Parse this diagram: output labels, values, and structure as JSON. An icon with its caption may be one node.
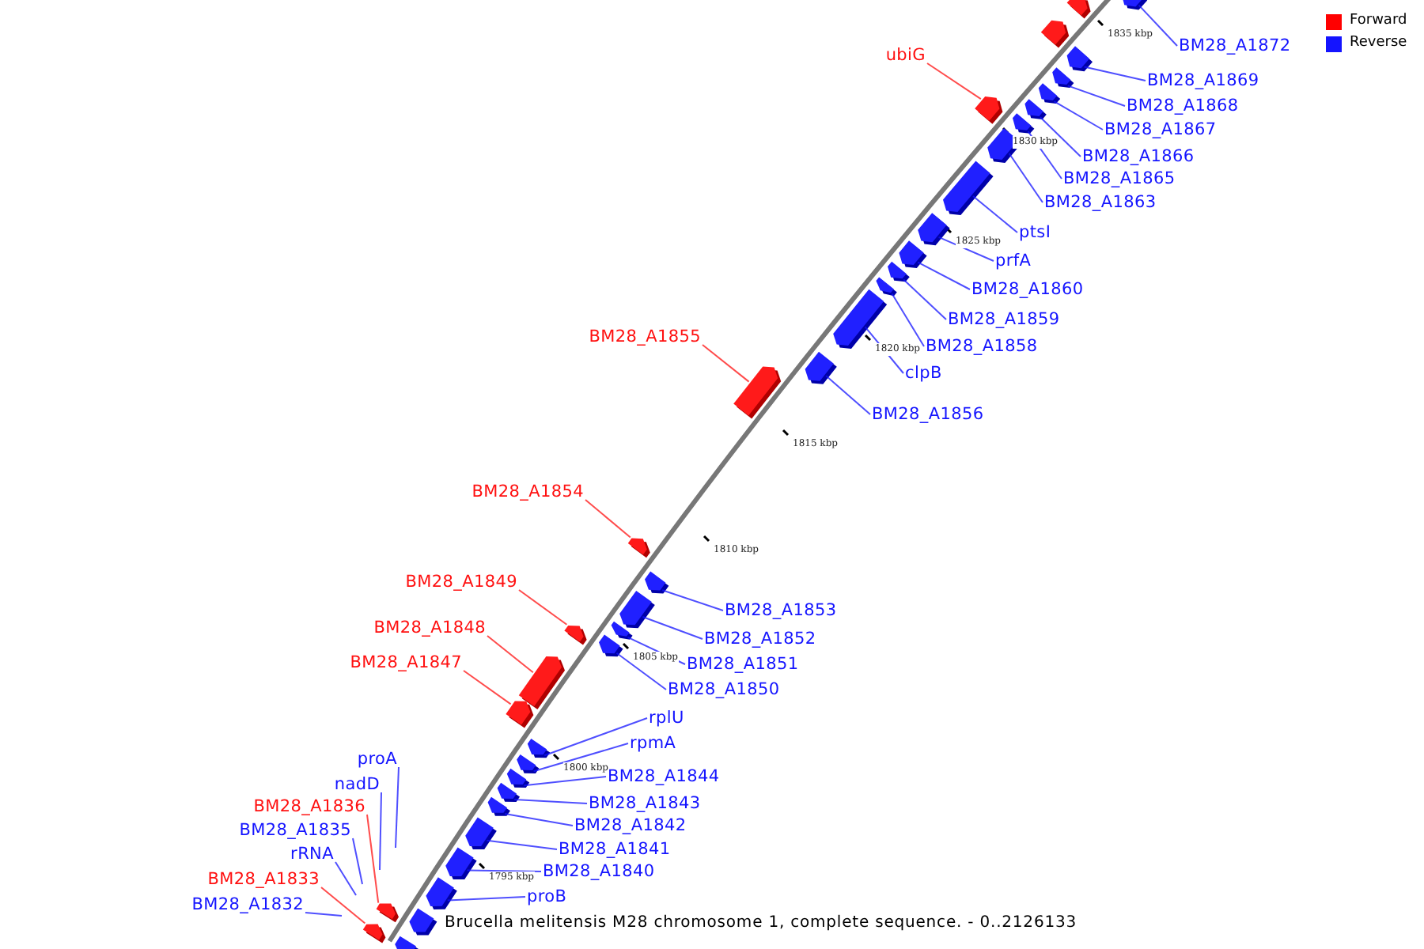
{
  "diagram": {
    "caption": "Brucella melitensis M28 chromosome 1, complete sequence. - 0..2126133",
    "nodes": [
      {
        "text": [
          "BM28_A1872"
        ]
      },
      {
        "text": [
          "ubiG"
        ]
      },
      {
        "text": [
          "BM28_A1869"
        ]
      },
      {
        "text": [
          "BM28_A1868"
        ]
      },
      {
        "text": [
          "BM28_A1867"
        ]
      },
      {
        "text": [
          "BM28_A1866"
        ]
      },
      {
        "text": [
          "BM28_A1865"
        ]
      },
      {
        "text": [
          "BM28_A1863"
        ]
      },
      {
        "text": [
          "ptsI"
        ]
      },
      {
        "text": [
          "prfA"
        ]
      },
      {
        "text": [
          "BM28_A1860"
        ]
      },
      {
        "text": [
          "BM28_A1859"
        ]
      },
      {
        "text": [
          "BM28_A1858"
        ]
      },
      {
        "text": [
          "BM28_A1855"
        ]
      },
      {
        "text": [
          "clpB"
        ]
      },
      {
        "text": [
          "BM28_A1856"
        ]
      },
      {
        "text": [
          "BM28_A1854"
        ]
      },
      {
        "text": [
          "BM28_A1849"
        ]
      },
      {
        "text": [
          "BM28_A1853"
        ]
      },
      {
        "text": [
          "BM28_A1852"
        ]
      },
      {
        "text": [
          "BM28_A1848"
        ]
      },
      {
        "text": [
          "BM28_A1851"
        ]
      },
      {
        "text": [
          "BM28_A1847"
        ]
      },
      {
        "text": [
          "BM28_A1850"
        ]
      },
      {
        "text": [
          "rplU"
        ]
      },
      {
        "text": [
          "rpmA"
        ]
      },
      {
        "text": [
          "proA"
        ]
      },
      {
        "text": [
          "BM28_A1844"
        ]
      },
      {
        "text": [
          "nadD"
        ]
      },
      {
        "text": [
          "BM28_A1843"
        ]
      },
      {
        "text": [
          "BM28_A1836"
        ]
      },
      {
        "text": [
          "BM28_A1842"
        ]
      },
      {
        "text": [
          "BM28_A1835"
        ]
      },
      {
        "text": [
          "BM28_A1841"
        ]
      },
      {
        "text": [
          "rRNA"
        ]
      },
      {
        "text": [
          "BM28_A1840"
        ]
      },
      {
        "text": [
          "BM28_A1833"
        ]
      },
      {
        "text": [
          "proB"
        ]
      },
      {
        "text": [
          "BM28_A1832"
        ]
      },
      {
        "text": [],
        "shape": "box"
      },
      {
        "text": [],
        "shape": "box"
      },
      {
        "text": [],
        "shape": "box"
      },
      {
        "text": [],
        "shape": "box"
      },
      {
        "text": [],
        "shape": "box"
      },
      {
        "text": [],
        "shape": "box"
      },
      {
        "text": [],
        "shape": "box"
      },
      {
        "text": [],
        "shape": "box"
      },
      {
        "text": [],
        "shape": "box"
      },
      {
        "text": [],
        "shape": "box"
      },
      {
        "text": [],
        "shape": "box"
      },
      {
        "text": [],
        "shape": "box"
      },
      {
        "text": [],
        "shape": "box"
      },
      {
        "text": [],
        "shape": "box"
      },
      {
        "text": [],
        "shape": "box"
      },
      {
        "text": [],
        "shape": "box"
      },
      {
        "text": [],
        "shape": "box"
      },
      {
        "text": [],
        "shape": "box"
      },
      {
        "text": [],
        "shape": "box"
      },
      {
        "text": [],
        "shape": "box"
      },
      {
        "text": [],
        "shape": "box"
      },
      {
        "text": [],
        "shape": "box"
      },
      {
        "text": [],
        "shape": "box"
      },
      {
        "text": [],
        "shape": "box"
      },
      {
        "text": [],
        "shape": "box"
      },
      {
        "text": [],
        "shape": "box"
      },
      {
        "text": [],
        "shape": "box"
      },
      {
        "text": [],
        "shape": "box"
      },
      {
        "text": [],
        "shape": "box"
      },
      {
        "text": [],
        "shape": "box"
      },
      {
        "text": [],
        "shape": "box"
      },
      {
        "text": [],
        "shape": "box"
      },
      {
        "text": [],
        "shape": "box"
      },
      {
        "text": [],
        "shape": "box"
      },
      {
        "text": [],
        "shape": "box"
      },
      {
        "text": [],
        "shape": "box"
      },
      {
        "text": [],
        "shape": "box"
      },
      {
        "text": [],
        "shape": "box"
      }
    ],
    "edges": [
      {
        "from": 0,
        "to": 39,
        "arrow": "none"
      },
      {
        "from": 1,
        "to": 40,
        "arrow": "none",
        "color": "#ff1010"
      },
      {
        "from": 2,
        "to": 41,
        "arrow": "none"
      },
      {
        "from": 3,
        "to": 42,
        "arrow": "none"
      },
      {
        "from": 4,
        "to": 43,
        "arrow": "none"
      },
      {
        "from": 5,
        "to": 44,
        "arrow": "none"
      },
      {
        "from": 6,
        "to": 45,
        "arrow": "none"
      },
      {
        "from": 7,
        "to": 46,
        "arrow": "none"
      },
      {
        "from": 8,
        "to": 47,
        "arrow": "none"
      },
      {
        "from": 9,
        "to": 48,
        "arrow": "none"
      },
      {
        "from": 10,
        "to": 49,
        "arrow": "none"
      },
      {
        "from": 11,
        "to": 50,
        "arrow": "none"
      },
      {
        "from": 12,
        "to": 51,
        "arrow": "none"
      },
      {
        "from": 13,
        "to": 52,
        "arrow": "none",
        "color": "#ff1010"
      },
      {
        "from": 14,
        "to": 53,
        "arrow": "none"
      },
      {
        "from": 15,
        "to": 54,
        "arrow": "none"
      },
      {
        "from": 16,
        "to": 55,
        "arrow": "none",
        "color": "#ff1010"
      },
      {
        "from": 17,
        "to": 56,
        "arrow": "none",
        "color": "#ff1010"
      },
      {
        "from": 18,
        "to": 57,
        "arrow": "none"
      },
      {
        "from": 19,
        "to": 58,
        "arrow": "none"
      },
      {
        "from": 20,
        "to": 59,
        "arrow": "none",
        "color": "#ff1010"
      },
      {
        "from": 21,
        "to": 60,
        "arrow": "none"
      },
      {
        "from": 22,
        "to": 61,
        "arrow": "none",
        "color": "#ff1010"
      },
      {
        "from": 23,
        "to": 62,
        "arrow": "none"
      },
      {
        "from": 24,
        "to": 63,
        "arrow": "none"
      },
      {
        "from": 25,
        "to": 64,
        "arrow": "none"
      },
      {
        "from": 26,
        "to": null,
        "arrow": "none"
      },
      {
        "from": 27,
        "to": 65,
        "arrow": "none"
      },
      {
        "from": 28,
        "to": null,
        "arrow": "none"
      },
      {
        "from": 29,
        "to": 66,
        "arrow": "none"
      },
      {
        "from": 30,
        "to": 67,
        "arrow": "none",
        "color": "#ff1010"
      },
      {
        "from": 31,
        "to": 68,
        "arrow": "none"
      },
      {
        "from": 32,
        "to": null,
        "arrow": "none"
      },
      {
        "from": 33,
        "to": 69,
        "arrow": "none"
      },
      {
        "from": 34,
        "to": null,
        "arrow": "none"
      },
      {
        "from": 35,
        "to": 70,
        "arrow": "none"
      },
      {
        "from": 36,
        "to": 71,
        "arrow": "none",
        "color": "#ff1010"
      },
      {
        "from": 37,
        "to": 72,
        "arrow": "none"
      },
      {
        "from": 38,
        "to": null,
        "arrow": "none"
      }
    ],
    "labels": [
      "1835 kbp",
      "1830 kbp",
      "1825 kbp",
      "1820 kbp",
      "1815 kbp",
      "1810 kbp",
      "1805 kbp",
      "1800 kbp",
      "1795 kbp"
    ],
    "legend": [
      {
        "text": "Forward",
        "color": "#ff0000"
      },
      {
        "text": "Reverse",
        "color": "#1414ff"
      }
    ]
  }
}
